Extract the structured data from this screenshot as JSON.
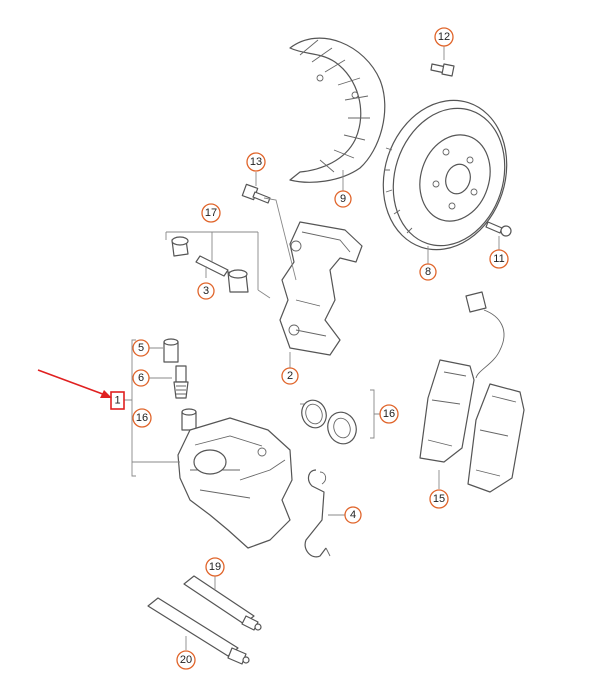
{
  "callouts": {
    "c1": "1",
    "c2": "2",
    "c3": "3",
    "c4": "4",
    "c5": "5",
    "c6": "6",
    "c8": "8",
    "c9": "9",
    "c11": "11",
    "c12": "12",
    "c13": "13",
    "c15": "15",
    "c16a": "16",
    "c16b": "16",
    "c17": "17",
    "c19": "19",
    "c20": "20"
  },
  "colors": {
    "callout_ring": "#e0652b",
    "pointer_arrow": "#e02020",
    "highlight_box": "#e02020"
  }
}
